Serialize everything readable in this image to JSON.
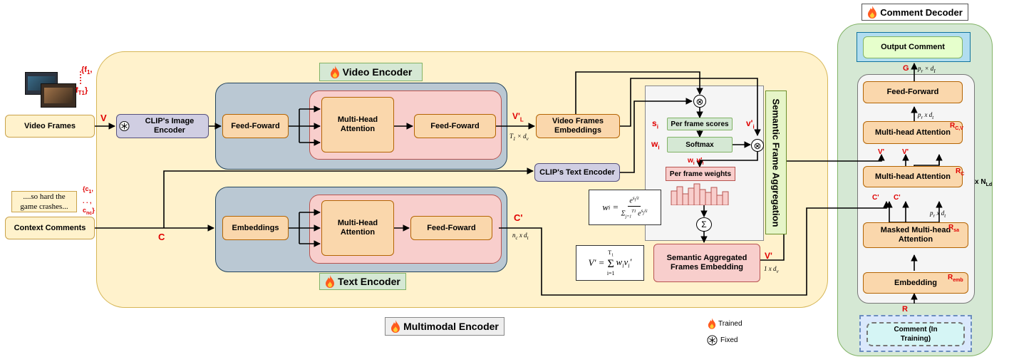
{
  "multimodal_encoder": {
    "label": "Multimodal Encoder"
  },
  "video_encoder": {
    "label": "Video Encoder"
  },
  "text_encoder": {
    "label": "Text Encoder"
  },
  "comment_decoder": {
    "label": "Comment Decoder"
  },
  "inputs": {
    "video_frames": "Video Frames",
    "context_comments": "Context Comments",
    "comment_snippet_1": "....so hard the",
    "comment_snippet_2": "game crashes..."
  },
  "frame_set": {
    "open": "{f",
    "sub1": "1",
    "comma": ",",
    "close": "f",
    "subT": "T1",
    "brace": "}"
  },
  "comment_set": {
    "open": "{c",
    "sub1": "1",
    "comma": ",",
    "dots": ". . ,",
    "close": "c",
    "subnc": "nc",
    "brace": "}"
  },
  "encoders": {
    "clip_image": "CLIP's Image Encoder",
    "clip_text": "CLIP's Text Encoder",
    "feed_foward": "Feed-Foward",
    "mha": "Multi-Head Attention",
    "embeddings": "Embeddings",
    "video_frames_embeddings": "Video Frames Embeddings"
  },
  "aggregation": {
    "title": "Semantic Frame Aggregation",
    "per_frame_scores": "Per frame scores",
    "softmax": "Softmax",
    "per_frame_weights": "Per frame weights",
    "aggregated": "Semantic Aggregated Frames Embedding",
    "sum_symbol": "Σ",
    "times_symbol": "⊗"
  },
  "decoder": {
    "output_comment": "Output Comment",
    "feed_forward": "Feed-Forward",
    "mha": "Multi-head Attention",
    "masked_mha": "Masked Multi-head Attention",
    "embedding": "Embedding",
    "comment_in_training": "Comment (In Training)",
    "repeat": "x N",
    "repeat_sub": "Ld"
  },
  "symbols": {
    "V": "V",
    "C": "C",
    "VL": "V'",
    "VL_sub": "L",
    "Cp": "C'",
    "Vp": "V'",
    "s": "s",
    "w": "w",
    "vi": "v'",
    "i": "i",
    "wv": "w",
    "G": "G",
    "R": "R",
    "Rcv": "R",
    "Rcv_sub": "C,V",
    "Rc": "R",
    "Rc_sub": "C",
    "Rsa": "R",
    "Rsa_sub": "sa",
    "Remb": "R",
    "Remb_sub": "emb"
  },
  "dims": {
    "t1dv": "T",
    "t1dv_rest": " × d",
    "v": "v",
    "one": "1",
    "ncdt": "n",
    "ncdt_rest": " x d",
    "t": "t",
    "c": "c",
    "prdt": "p",
    "prdt_rest": " x d",
    "r": "r",
    "one_dv": "1 x d",
    "prdi": "p",
    "prdi_rest": " × d",
    "I": "I"
  },
  "formulas": {
    "weights_lhs": "w",
    "weights_i": "i",
    "equals": "=",
    "aggregate_lhs": "V′",
    "aggregate_rhs": "w",
    "v": "v"
  },
  "legend": {
    "trained": "Trained",
    "fixed": "Fixed"
  },
  "colors": {
    "cream": "#fff2cc",
    "orange": "#fad7ac",
    "green": "#d5e8d4",
    "slate": "#bac8d3",
    "pink": "#f8cecc",
    "lavender": "#d0cee2",
    "cyan": "#dae8fc",
    "red": "#e00000"
  }
}
